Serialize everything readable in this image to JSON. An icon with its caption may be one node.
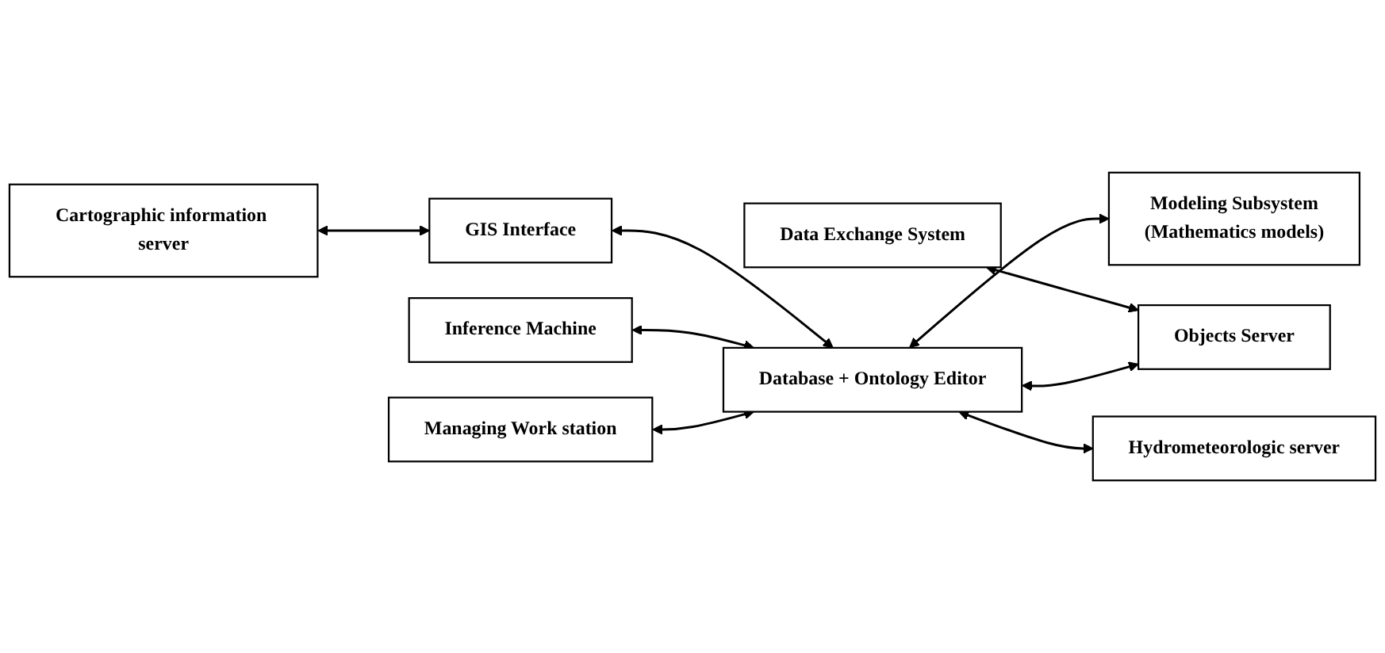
{
  "diagram": {
    "nodes": [
      {
        "text": [
          "Cartographic information server"
        ]
      },
      {
        "text": [
          "GIS Interface"
        ]
      },
      {
        "text": [
          "Data Exchange System"
        ]
      },
      {
        "text": [
          "Inference Machine"
        ]
      },
      {
        "text": [
          "Database + Ontology Editor"
        ]
      },
      {
        "text": [
          "Objects Server"
        ]
      },
      {
        "text": [
          "Managing Work station"
        ]
      },
      {
        "text": [
          "Modeling Subsystem",
          "(Mathematics models)"
        ]
      },
      {
        "text": [
          "Hydrometeorologic server"
        ]
      }
    ],
    "edges": [
      {
        "from": 0,
        "to": 1,
        "arrow": "both"
      },
      {
        "from": 1,
        "to": 4,
        "arrow": "both"
      },
      {
        "from": 2,
        "to": 5,
        "arrow": "both"
      },
      {
        "from": 3,
        "to": 4,
        "arrow": "both"
      },
      {
        "from": 6,
        "to": 4,
        "arrow": "both"
      },
      {
        "from": 4,
        "to": 7,
        "arrow": "both"
      },
      {
        "from": 4,
        "to": 5,
        "arrow": "both"
      },
      {
        "from": 4,
        "to": 8,
        "arrow": "both"
      }
    ]
  }
}
